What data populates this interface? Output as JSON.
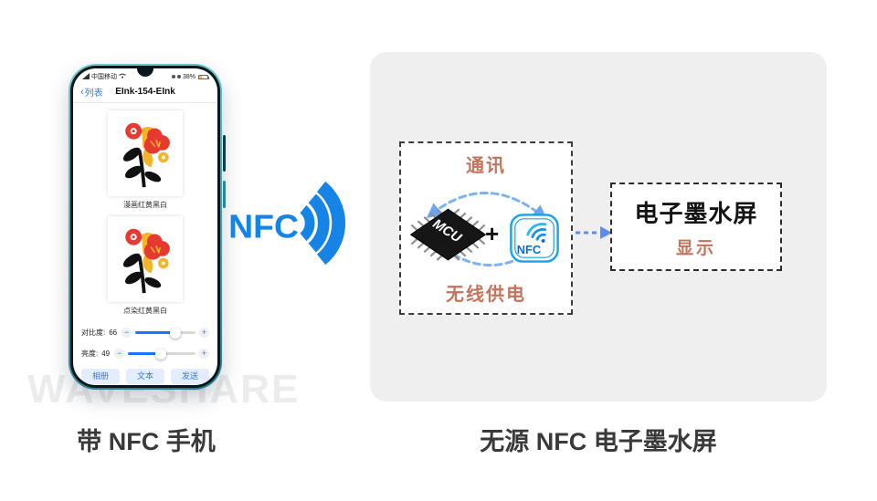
{
  "colors": {
    "nfc_blue": "#1584e6",
    "icon_blue": "#0b6bd8",
    "arrow_light_blue": "#7db3f3",
    "arrow_mid_blue": "#5b8dee",
    "salmon_accent": "#c4735c",
    "panel_gray": "#efefef",
    "slider_blue": "#1677ff",
    "phone_button_bg": "#e3edfc",
    "phone_button_text": "#3478f6",
    "caption_dark": "#3a3a3a"
  },
  "phone": {
    "status": {
      "carrier": "中国移动",
      "battery_percent": "38%"
    },
    "navbar": {
      "back_chevron": "‹",
      "back_label": "列表",
      "title": "EInk-154-EInk"
    },
    "photos": [
      {
        "caption": "漫画红黄黑白"
      },
      {
        "caption": "点染红黄黑白"
      }
    ],
    "sliders": [
      {
        "label": "对比度:",
        "value": "66",
        "percent": 66,
        "minus": "−",
        "plus": "+"
      },
      {
        "label": "亮度:",
        "value": "49",
        "percent": 49,
        "minus": "−",
        "plus": "+"
      }
    ],
    "action_buttons": [
      {
        "label": "相册"
      },
      {
        "label": "文本"
      },
      {
        "label": "发送"
      }
    ],
    "watermark": "WAVESHARE"
  },
  "nfc_link": {
    "label": "NFC"
  },
  "diagram": {
    "module_box": {
      "top_label": "通讯",
      "bottom_label": "无线供电",
      "mcu_label": "MCU",
      "plus": "+",
      "nfc_label": "NFC"
    },
    "eink_box": {
      "title": "电子墨水屏",
      "subtitle": "显示"
    }
  },
  "captions": {
    "phone": "带 NFC 手机",
    "panel": "无源 NFC 电子墨水屏"
  }
}
